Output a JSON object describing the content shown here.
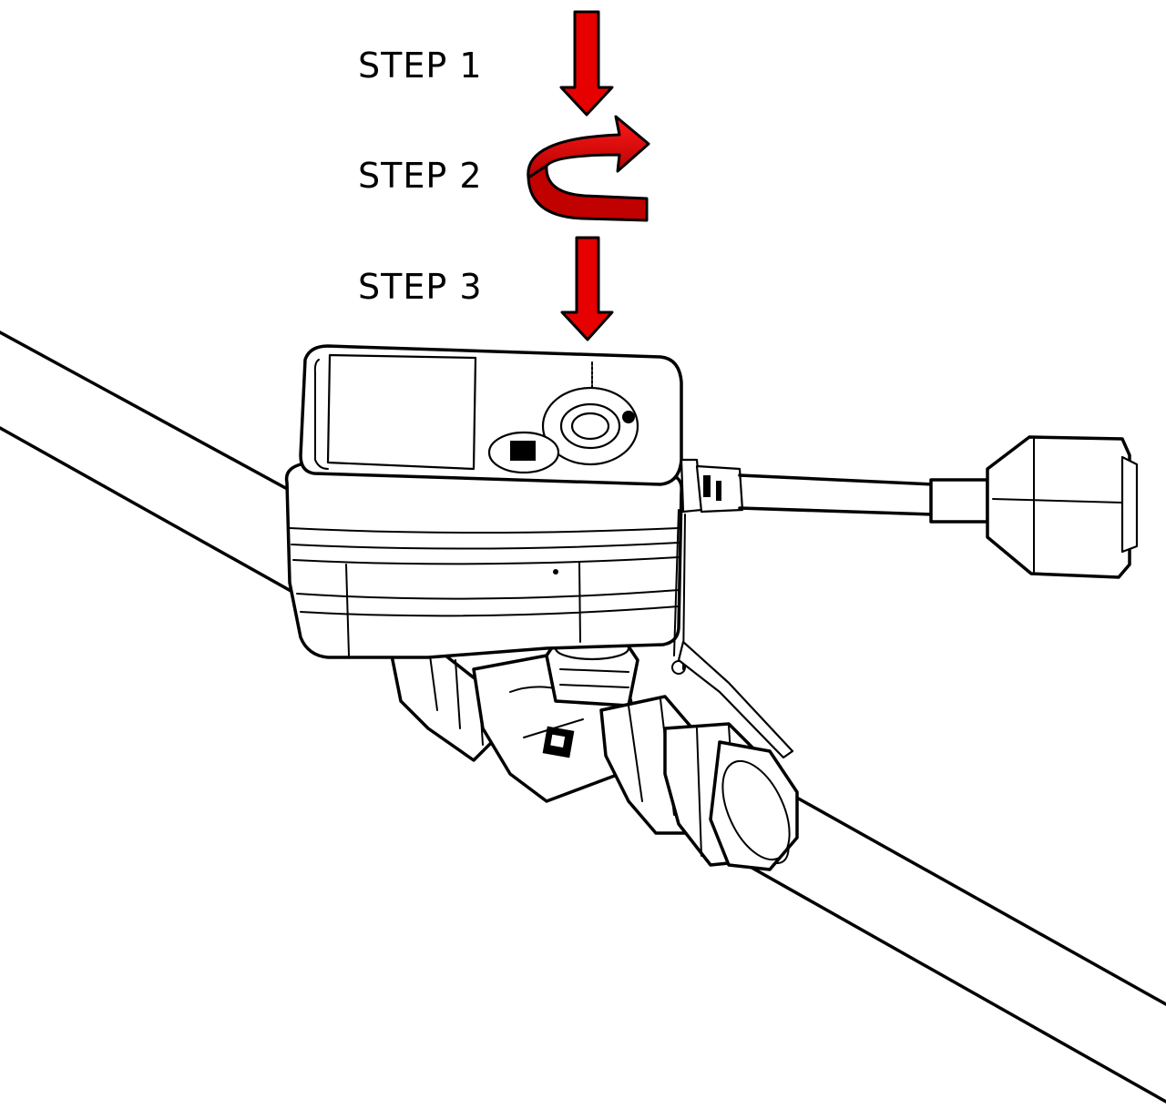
{
  "steps": [
    {
      "label": "STEP 1",
      "action": "push-down"
    },
    {
      "label": "STEP 2",
      "action": "rotate"
    },
    {
      "label": "STEP 3",
      "action": "push-down"
    }
  ],
  "colors": {
    "arrow_fill": "#e60000",
    "arrow_stroke": "#000000",
    "line_art": "#000000",
    "background": "#ffffff"
  }
}
